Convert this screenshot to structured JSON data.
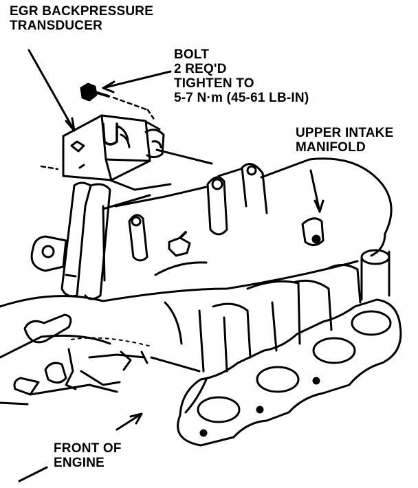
{
  "labels": {
    "egr_transducer": {
      "line1": "EGR BACKPRESSURE",
      "line2": "TRANSDUCER"
    },
    "bolt": {
      "line1": "BOLT",
      "line2": "2 REQ'D",
      "line3": "TIGHTEN TO",
      "line4": "5-7 N·m (45-61 LB-IN)"
    },
    "upper_intake_manifold": {
      "line1": "UPPER INTAKE",
      "line2": "MANIFOLD"
    },
    "front_of_engine": {
      "line1": "FRONT OF",
      "line2": "ENGINE"
    }
  },
  "colors": {
    "ink": "#000000",
    "paper": "#ffffff"
  }
}
